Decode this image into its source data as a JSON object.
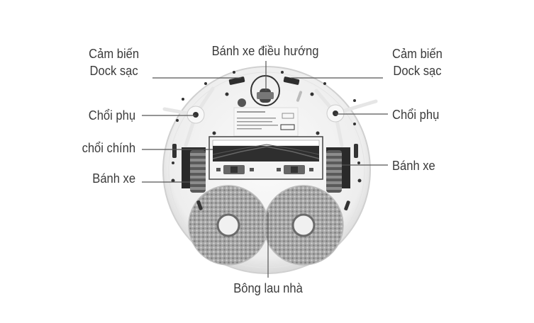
{
  "diagram": {
    "subject": "robot-vacuum-underside",
    "labels": {
      "sensor_left_line1": "Cảm biến",
      "sensor_left_line2": "Dock sạc",
      "sensor_right_line1": "Cảm biến",
      "sensor_right_line2": "Dock sạc",
      "caster_wheel": "Bánh xe điều hướng",
      "side_brush_left": "Chổi phụ",
      "side_brush_right": "Chổi phụ",
      "main_brush": "chổi chính",
      "wheel_left": "Bánh xe",
      "wheel_right": "Bánh xe",
      "mop_pads": "Bông lau nhà"
    },
    "colors": {
      "background": "#ffffff",
      "text": "#3a3a3a",
      "leader_line": "#555555",
      "body": "#f2f2f2",
      "body_edge": "#d6d6d6",
      "dark_parts": "#3b3b3b",
      "mop": "#9a9a9a"
    }
  }
}
